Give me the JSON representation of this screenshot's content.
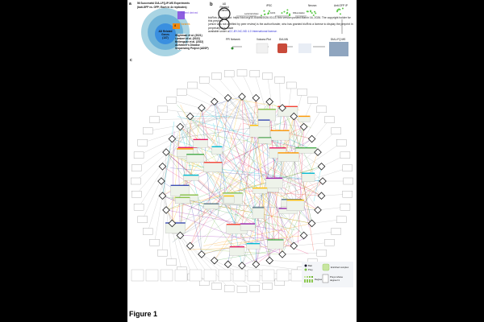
{
  "panel_a": {
    "label": "a",
    "title_line1": "56 Successful DIA-LFQ-IP-MS Experiments",
    "title_line2": "(bait-GFP vs. GFP; Each in 4x replicates)",
    "patient_derived": "Patient derived",
    "variants": "Variants",
    "variants_count": "4",
    "center_line1": "AD Related",
    "center_line2": "Genes",
    "center_line3": "(137)",
    "sources": [
      "Wightman et al. (2021)",
      "Lambert et al. (2022)",
      "Bellenguez et al. (2022)",
      "Alzheimer's Disease",
      "Sequencing Project (ADSP)"
    ]
  },
  "panel_b": {
    "label": "b",
    "genes_line1": "AD",
    "genes_line2": "Related",
    "genes_line3": "Genes",
    "lentiviral": "Lentiviral Library",
    "ipsc": "iPSC",
    "facs": "FACS",
    "differentiation": "Differentiation",
    "neuron": "Neuron",
    "anti_gfp_ip": "Anti-GFP IP",
    "ms": "DIA-LFQ MS",
    "dia_nn": "DIA-NN",
    "volcano": "Volcano Plot",
    "ppi": "PPI Network"
  },
  "watermark": {
    "line1": "bioRxiv preprint doi: https://doi.org/10.64898/2026.03.13; this version posted March 16, 2026. The copyright holder for this preprint",
    "line2": "(which was not certified by peer review) is the author/funder, who has granted bioRxiv a license to display the preprint in perpetuity. It is made",
    "line3_prefix": "available under a",
    "line3_link": "CC-BY-NC-ND 4.0 International license."
  },
  "panel_c": {
    "label": "c",
    "colors": {
      "bait": "#1a1a2e",
      "prey": "#7cc243",
      "complex": "#c8e6a0"
    },
    "legend": {
      "bait": "Bait",
      "prey": "Prey",
      "enriched_complex": "Enriched complex",
      "degree": "Degree",
      "preys_degree1_line1": "Preys whose",
      "preys_degree1_line2": "degree=1"
    }
  },
  "figure_caption": "Figure 1"
}
